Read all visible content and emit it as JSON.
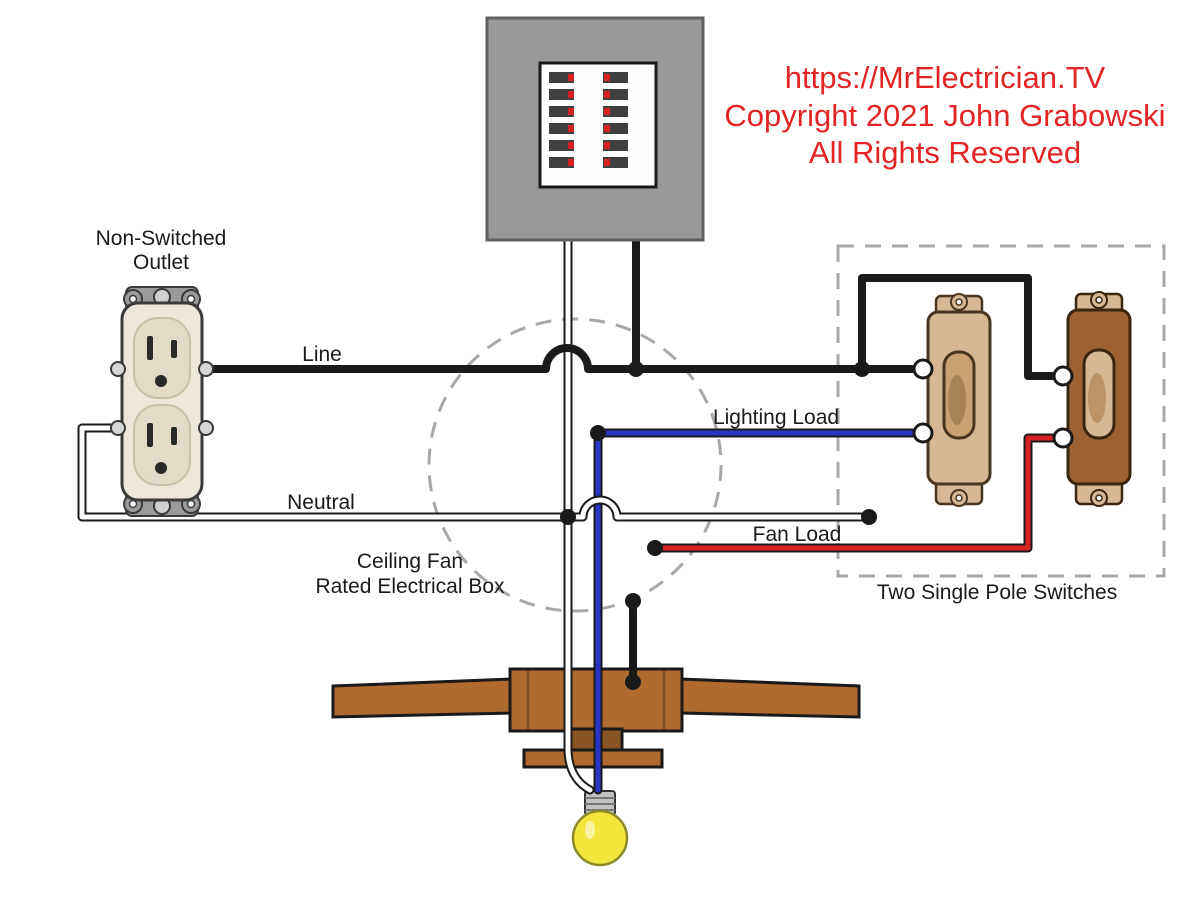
{
  "watermark": {
    "line1": "https://MrElectrician.TV",
    "line2": "Copyright 2021 John Grabowski",
    "line3": "All Rights Reserved"
  },
  "labels": {
    "outlet_line1": "Non-Switched",
    "outlet_line2": "Outlet",
    "line": "Line",
    "neutral": "Neutral",
    "lighting_load": "Lighting Load",
    "fan_load": "Fan Load",
    "electrical_box_line1": "Ceiling Fan",
    "electrical_box_line2": "Rated Electrical Box",
    "switches": "Two Single Pole Switches"
  },
  "colors": {
    "watermark_red": "#e32424",
    "wire_black": "#1a1a1a",
    "wire_white": "#ffffff",
    "wire_blue": "#2b35c4",
    "wire_red": "#d62222",
    "panel_gray": "#98999b",
    "breaker_dark": "#3f3f3f",
    "breaker_handle_red": "#d62222",
    "outlet_body": "#ece7da",
    "strap_gray": "#9a9a9a",
    "switch1_body": "#d8b794",
    "switch2_body": "#9c6234",
    "fan_wood": "#b06a2e",
    "fan_wood_dark": "#8a5524",
    "bulb_yellow": "#f3e53c",
    "dashed_outline": "#a8a8a8"
  }
}
